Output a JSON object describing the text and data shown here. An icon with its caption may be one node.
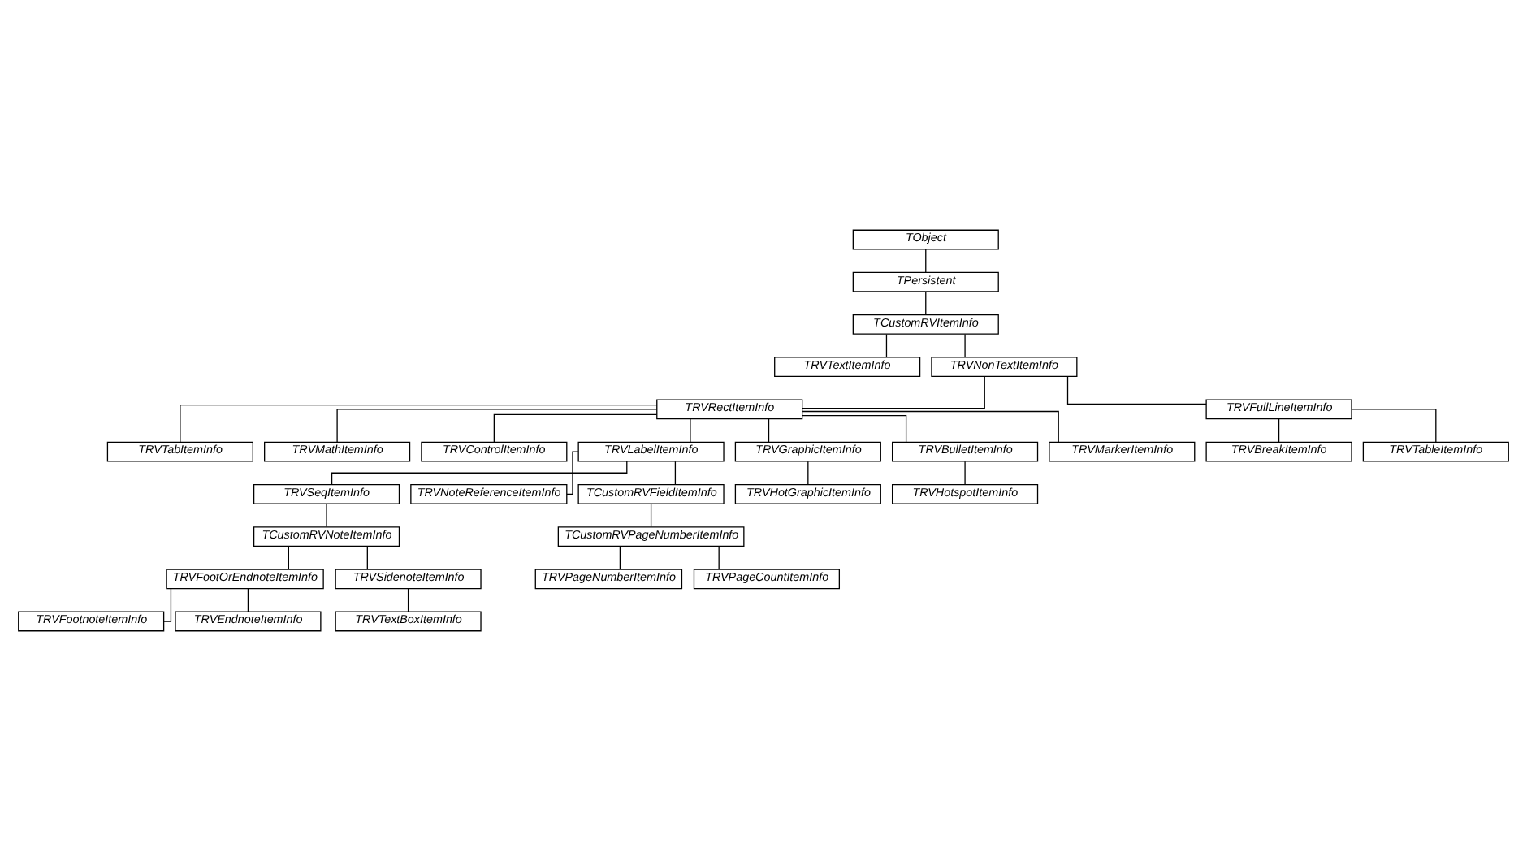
{
  "diagram": {
    "nodes": [
      {
        "text": [
          "TObject"
        ]
      },
      {
        "text": [
          "TPersistent"
        ]
      },
      {
        "text": [
          "TCustomRVItemInfo"
        ]
      },
      {
        "text": [
          "TRVTextItemInfo"
        ]
      },
      {
        "text": [
          "TRVNonTextItemInfo"
        ]
      },
      {
        "text": [
          "TRVRectItemInfo"
        ]
      },
      {
        "text": [
          "TRVFullLineItemInfo"
        ]
      },
      {
        "text": [
          "TRVTabItemInfo"
        ]
      },
      {
        "text": [
          "TRVMathItemInfo"
        ]
      },
      {
        "text": [
          "TRVBreakItemInfo"
        ]
      },
      {
        "text": [
          "TRVControlItemInfo"
        ]
      },
      {
        "text": [
          "TRVLabelItemInfo"
        ]
      },
      {
        "text": [
          "TRVTableItemInfo"
        ]
      },
      {
        "text": [
          "TRVGraphicItemInfo"
        ]
      },
      {
        "text": [
          "TRVSeqItemInfo"
        ]
      },
      {
        "text": [
          "TRVNoteReferenceItemInfo"
        ]
      },
      {
        "text": [
          "TCustomRVFieldItemInfo"
        ]
      },
      {
        "text": [
          "TRVHotGraphicItemInfo"
        ]
      },
      {
        "text": [
          "TCustomRVNoteItemInfo"
        ]
      },
      {
        "text": [
          "TCustomRVPageNumberItemInfo"
        ]
      },
      {
        "text": [
          "TRVBulletItemInfo"
        ]
      },
      {
        "text": [
          "TRVFootOrEndnoteItemInfo"
        ]
      },
      {
        "text": [
          "TRVSidenoteItemInfo"
        ]
      },
      {
        "text": [
          "TRVHotspotItemInfo"
        ]
      },
      {
        "text": [
          "TRVTextBoxItemInfo"
        ]
      },
      {
        "text": [
          "TRVMarkerItemInfo"
        ]
      },
      {
        "text": [
          "TRVFootnoteItemInfo"
        ]
      },
      {
        "text": [
          "TRVPageNumberItemInfo"
        ]
      },
      {
        "text": [
          "TRVEndnoteItemInfo"
        ]
      },
      {
        "text": [
          "TRVPageCountItemInfo"
        ]
      }
    ],
    "edges": [
      {
        "from": 0,
        "to": 1,
        "arrow": "none"
      },
      {
        "from": 1,
        "to": 2,
        "arrow": "none"
      },
      {
        "from": 2,
        "to": 3,
        "arrow": "none"
      },
      {
        "from": 2,
        "to": 4,
        "arrow": "none"
      },
      {
        "from": 4,
        "to": 5,
        "arrow": "none"
      },
      {
        "from": 4,
        "to": 6,
        "arrow": "none"
      },
      {
        "from": 5,
        "to": 7,
        "arrow": "none"
      },
      {
        "from": 5,
        "to": 8,
        "arrow": "none"
      },
      {
        "from": 5,
        "to": 10,
        "arrow": "none"
      },
      {
        "from": 5,
        "to": 11,
        "arrow": "none"
      },
      {
        "from": 5,
        "to": 13,
        "arrow": "none"
      },
      {
        "from": 5,
        "to": 20,
        "arrow": "none"
      },
      {
        "from": 5,
        "to": 25,
        "arrow": "none"
      },
      {
        "from": 6,
        "to": 9,
        "arrow": "none"
      },
      {
        "from": 6,
        "to": 12,
        "arrow": "none"
      },
      {
        "from": 11,
        "to": 14,
        "arrow": "none"
      },
      {
        "from": 11,
        "to": 15,
        "arrow": "none"
      },
      {
        "from": 11,
        "to": 16,
        "arrow": "none"
      },
      {
        "from": 13,
        "to": 17,
        "arrow": "none"
      },
      {
        "from": 14,
        "to": 18,
        "arrow": "none"
      },
      {
        "from": 16,
        "to": 19,
        "arrow": "none"
      },
      {
        "from": 18,
        "to": 21,
        "arrow": "none"
      },
      {
        "from": 18,
        "to": 22,
        "arrow": "none"
      },
      {
        "from": 20,
        "to": 23,
        "arrow": "none"
      },
      {
        "from": 22,
        "to": 24,
        "arrow": "none"
      },
      {
        "from": 21,
        "to": 26,
        "arrow": "none"
      },
      {
        "from": 21,
        "to": 28,
        "arrow": "none"
      },
      {
        "from": 19,
        "to": 27,
        "arrow": "none"
      },
      {
        "from": 19,
        "to": 29,
        "arrow": "none"
      }
    ]
  }
}
